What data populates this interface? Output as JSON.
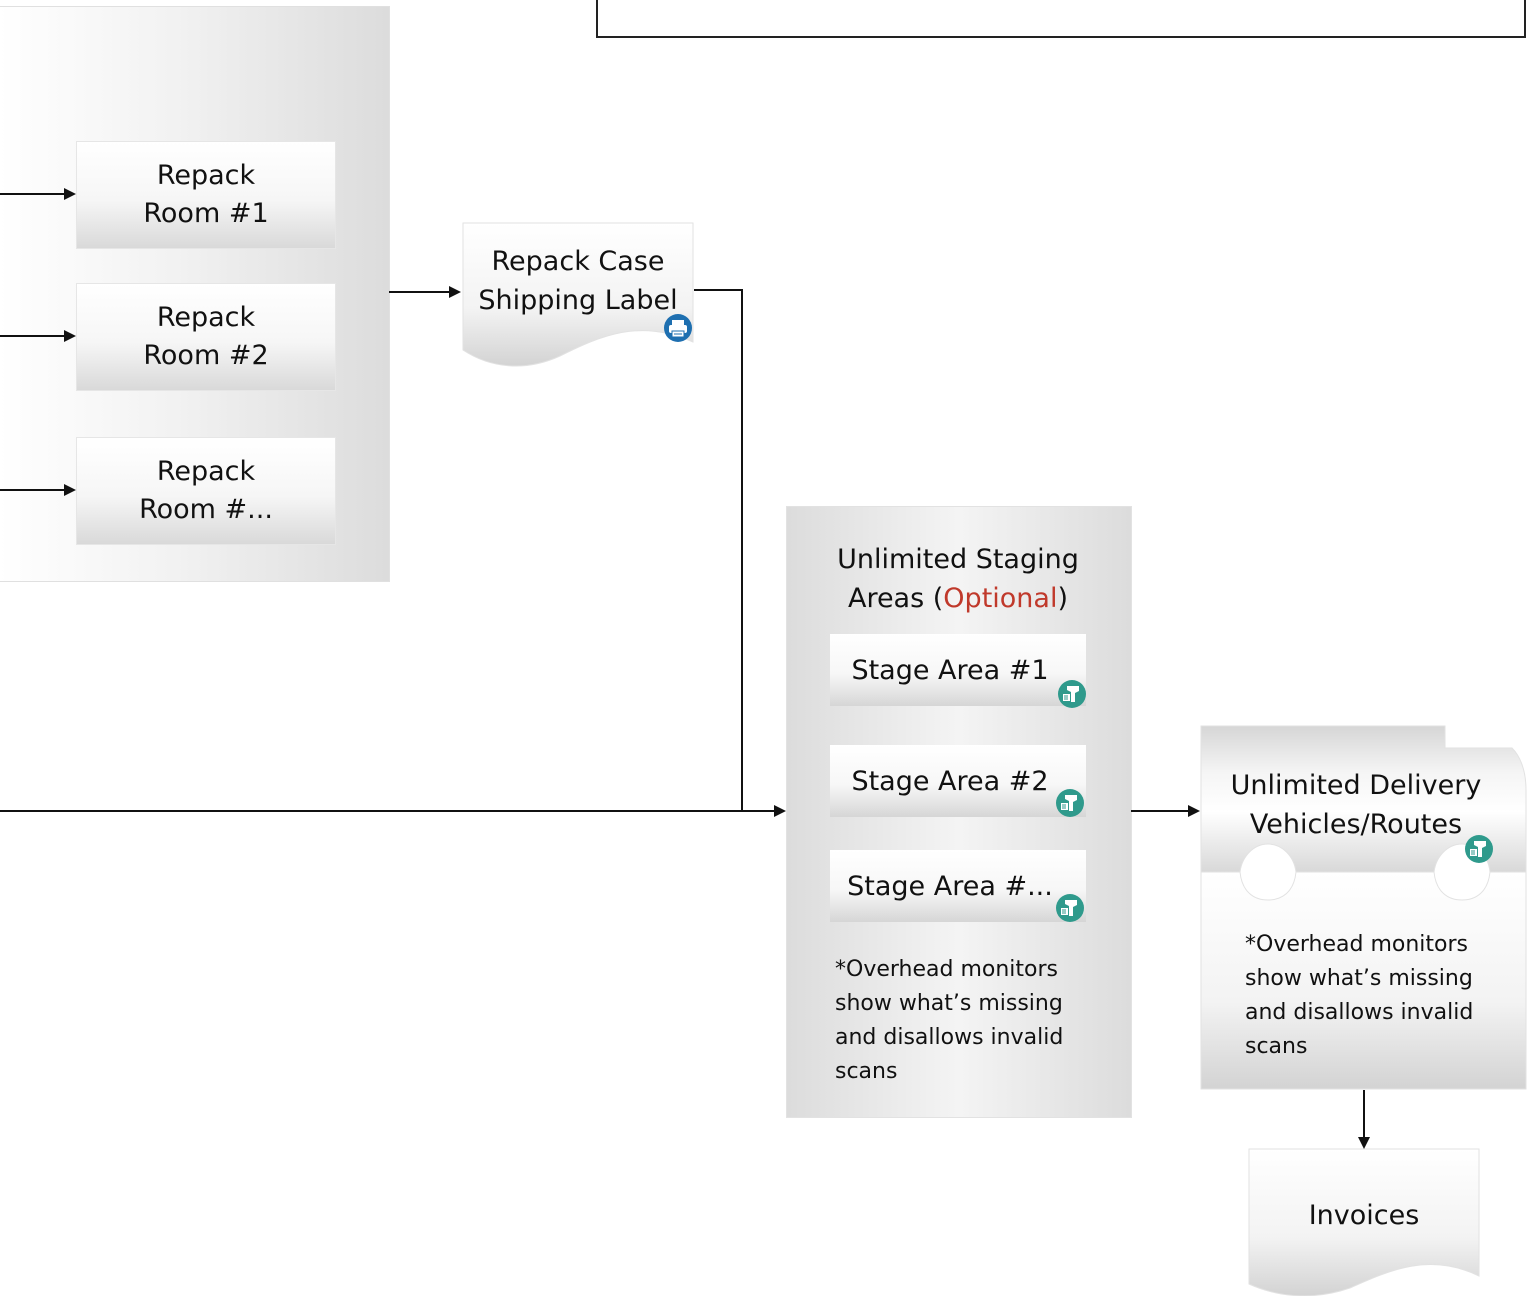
{
  "repack_rooms": [
    {
      "line1": "Repack",
      "line2": "Room #1"
    },
    {
      "line1": "Repack",
      "line2": "Room #2"
    },
    {
      "line1": "Repack",
      "line2": "Room #..."
    }
  ],
  "label_doc": {
    "line1": "Repack Case",
    "line2": "Shipping Label",
    "icon": "printer-icon"
  },
  "staging": {
    "title_line1": "Unlimited Staging",
    "title_line2_prefix": "Areas (",
    "title_optional": "Optional",
    "title_line2_suffix": ")",
    "areas": [
      "Stage Area #1",
      "Stage Area #2",
      "Stage Area #..."
    ],
    "note": [
      "*Overhead monitors",
      "show what’s missing",
      "and disallows invalid",
      "scans"
    ]
  },
  "delivery": {
    "title_line1": "Unlimited Delivery",
    "title_line2": "Vehicles/Routes",
    "note": [
      "*Overhead monitors",
      "show what’s missing",
      "and disallows invalid",
      "scans"
    ]
  },
  "invoices": {
    "label": "Invoices"
  },
  "colors": {
    "optional": "#c0392b",
    "printer_icon": "#1e6fb0",
    "scanner_icon": "#2f9a8c"
  }
}
